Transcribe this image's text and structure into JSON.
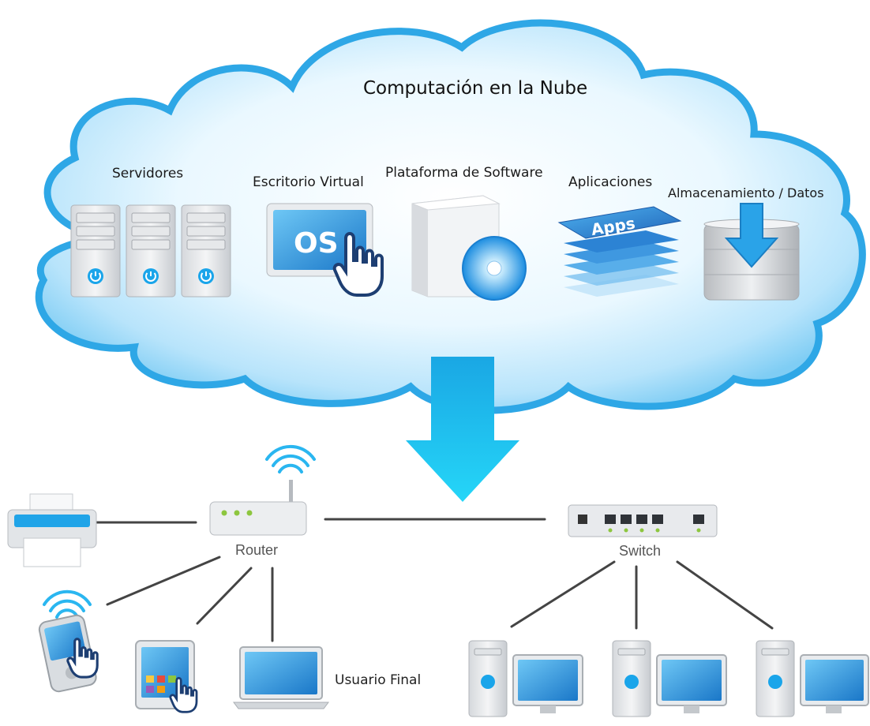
{
  "cloud": {
    "title": "Computación en la Nube",
    "categories": {
      "servers": "Servidores",
      "virtual_desktop": "Escritorio Virtual",
      "software_platform": "Plataforma de Software",
      "applications": "Aplicaciones",
      "storage": "Almacenamiento / Datos"
    },
    "os_badge": "OS",
    "apps_badge": "Apps"
  },
  "network": {
    "router_label": "Router",
    "switch_label": "Switch",
    "end_user_label": "Usuario Final"
  },
  "colors": {
    "cloud_outline": "#2ea7e6",
    "cloud_fill": "#d9f1fd",
    "arrow": "#19b9ee",
    "line": "#444444"
  },
  "icons": [
    "server-icon",
    "os-monitor-icon",
    "software-box-icon",
    "apps-stack-icon",
    "database-download-icon",
    "printer-icon",
    "router-icon",
    "switch-icon",
    "smartphone-icon",
    "tablet-icon",
    "laptop-icon",
    "desktop-computer-icon",
    "wifi-icon",
    "hand-pointer-icon"
  ]
}
